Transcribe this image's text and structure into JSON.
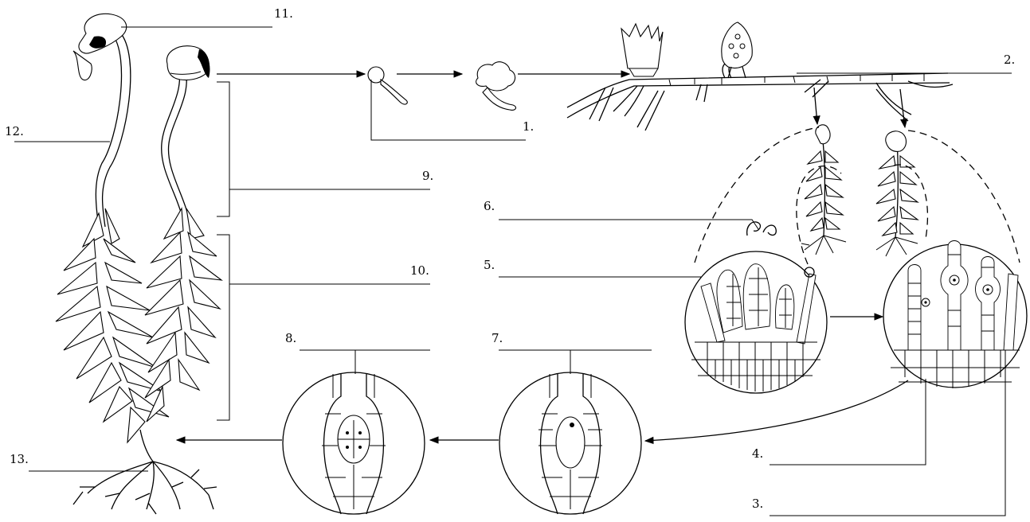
{
  "labels": {
    "l1": "1.",
    "l2": "2.",
    "l3": "3.",
    "l4": "4.",
    "l5": "5.",
    "l6": "6.",
    "l7": "7.",
    "l8": "8.",
    "l9": "9.",
    "l10": "10.",
    "l11": "11.",
    "l12": "12.",
    "l13": "13."
  }
}
